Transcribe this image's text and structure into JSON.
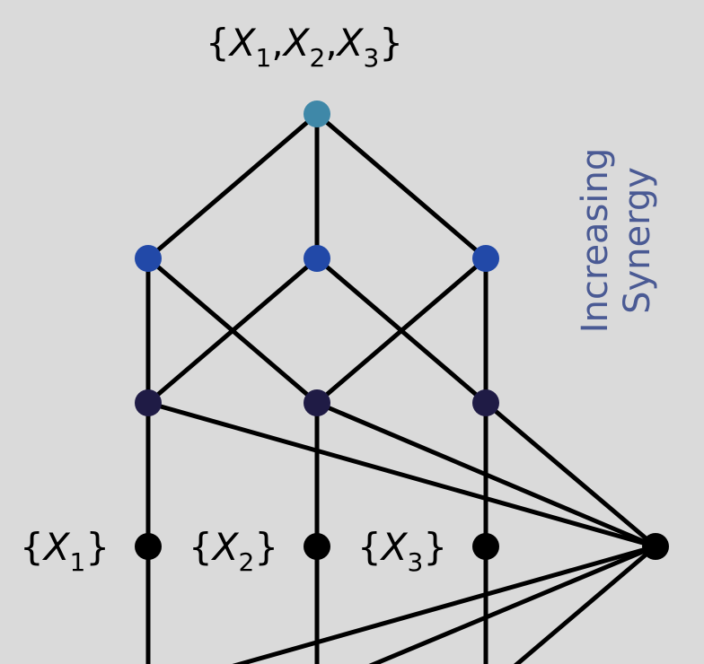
{
  "diagram": {
    "top_label": {
      "open": "{",
      "parts": [
        {
          "var": "X",
          "sub": "1"
        },
        {
          "var": "X",
          "sub": "2"
        },
        {
          "var": "X",
          "sub": "3"
        }
      ],
      "close": "}"
    },
    "singletons": [
      {
        "open": "{",
        "var": "X",
        "sub": "1",
        "close": "}"
      },
      {
        "open": "{",
        "var": "X",
        "sub": "2",
        "close": "}"
      },
      {
        "open": "{",
        "var": "X",
        "sub": "3",
        "close": "}"
      }
    ],
    "side_label": {
      "line1": "Increasing",
      "line2": "Synergy"
    },
    "colors": {
      "top_node": "#3f88a8",
      "level2_node": "#2249a8",
      "level3_node": "#1f1b45",
      "singleton_node": "#000000",
      "edge": "#000000",
      "side_text": "#4a5a94",
      "background": "#dadada"
    }
  }
}
